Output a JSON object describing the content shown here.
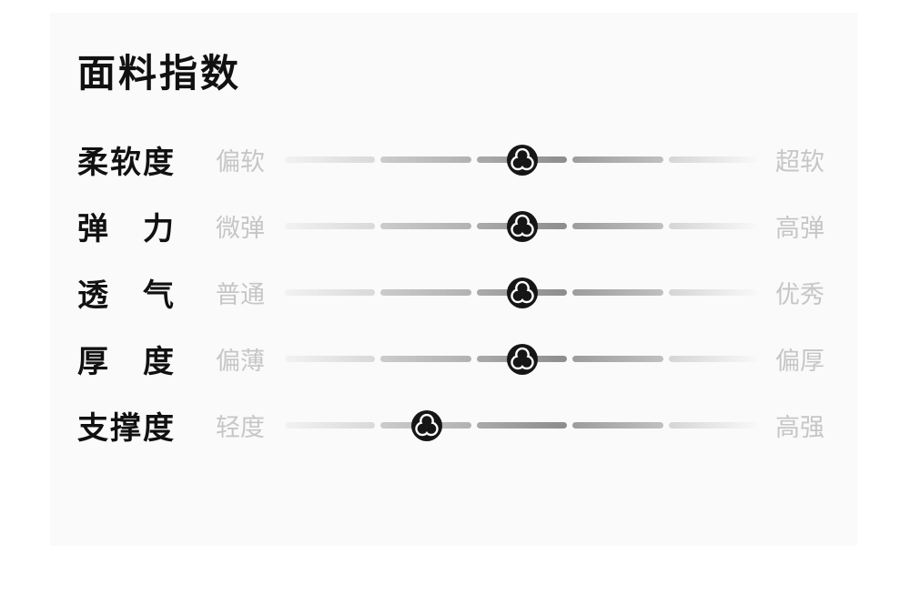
{
  "card": {
    "title": "面料指数",
    "scale_max": 5,
    "marker_icon": "clover-trefoil-icon",
    "rows": [
      {
        "name": "柔软度",
        "low_label": "偏软",
        "high_label": "超软",
        "value": 3
      },
      {
        "name": "弹　力",
        "low_label": "微弹",
        "high_label": "高弹",
        "value": 3
      },
      {
        "name": "透　气",
        "low_label": "普通",
        "high_label": "优秀",
        "value": 3
      },
      {
        "name": "厚　度",
        "low_label": "偏薄",
        "high_label": "偏厚",
        "value": 3
      },
      {
        "name": "支撑度",
        "low_label": "轻度",
        "high_label": "高强",
        "value": 2
      }
    ],
    "colors": {
      "page_bg": "#ffffff",
      "card_bg": "#fafafa",
      "metric_name": "#111111",
      "value_label": "#c6c6c6",
      "marker_bg": "#161616",
      "marker_glyph": "#ffffff",
      "track_dark": "#8d8d8d",
      "track_light": "#f2f2f2"
    }
  }
}
